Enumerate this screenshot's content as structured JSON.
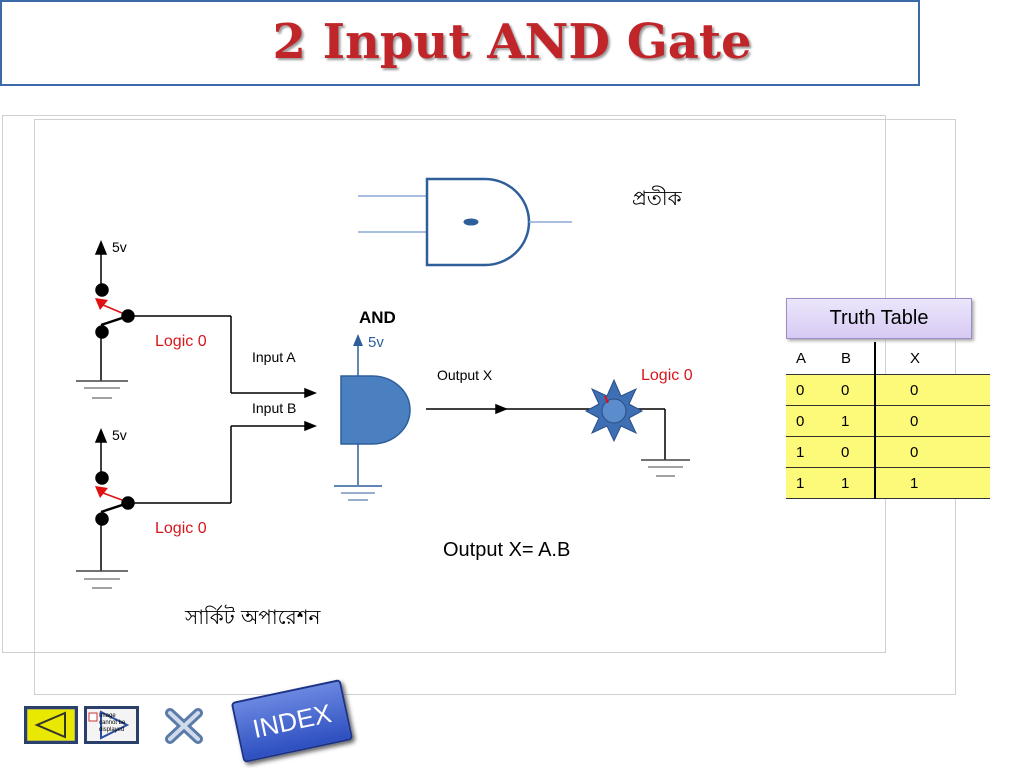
{
  "title": "2 Input AND Gate",
  "symbol_label": "প্রতীক",
  "circuit_label": "সার্কিট অপারেশন",
  "gate_label": "AND",
  "supply": {
    "switch_a": "5v",
    "switch_b": "5v",
    "gate": "5v"
  },
  "inputs": {
    "a_label": "Input A",
    "b_label": "Input B"
  },
  "output_label": "Output X",
  "logic_states": {
    "a": "Logic 0",
    "b": "Logic 0",
    "output": "Logic 0"
  },
  "equation": "Output   X=  A.B",
  "truth_table": {
    "header": "Truth Table",
    "columns": [
      "A",
      "B",
      "X"
    ],
    "rows": [
      [
        "0",
        "0",
        "0"
      ],
      [
        "0",
        "1",
        "0"
      ],
      [
        "1",
        "0",
        "0"
      ],
      [
        "1",
        "1",
        "1"
      ]
    ]
  },
  "nav": {
    "index_label": "INDEX",
    "broken_image_text": "Image cannot be displayed"
  },
  "colors": {
    "title": "#c0252a",
    "logic_text": "#d8151b",
    "gate_fill": "#4a7fc0",
    "highlight": "#fdfa7a"
  }
}
